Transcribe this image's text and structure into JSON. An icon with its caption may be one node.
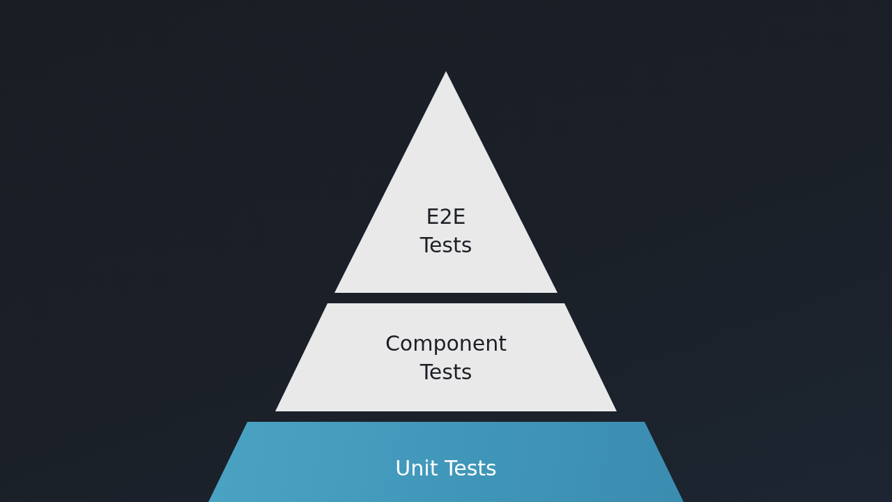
{
  "diagram": {
    "nodes": [
      {
        "text": [
          "E2E Tests"
        ]
      },
      {
        "text": [
          "Component Tests"
        ]
      },
      {
        "text": [
          "Unit Tests"
        ]
      }
    ]
  }
}
